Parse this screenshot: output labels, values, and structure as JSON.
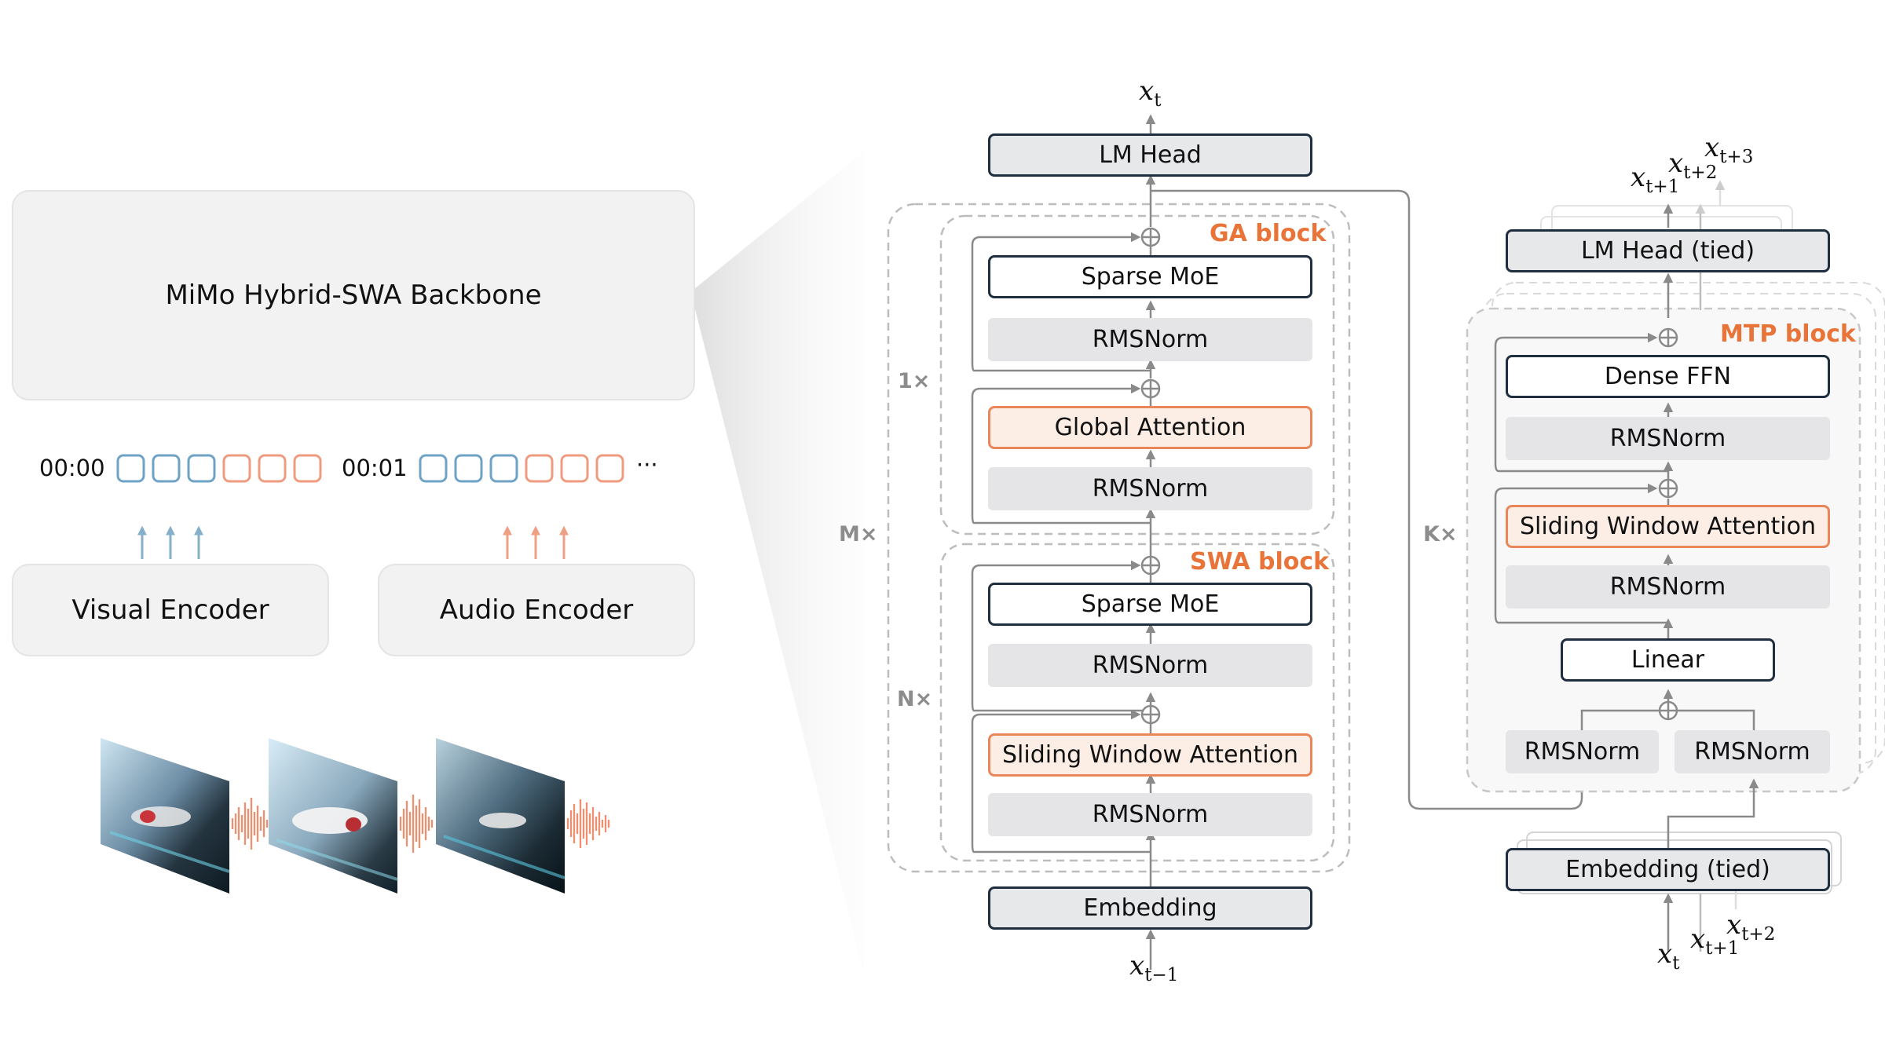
{
  "left": {
    "backbone_label": "MiMo Hybrid-SWA Backbone",
    "visual_encoder_label": "Visual Encoder",
    "audio_encoder_label": "Audio Encoder",
    "timestamps": [
      "00:00",
      "00:01"
    ],
    "ellipsis": "···",
    "token_colors": {
      "visual": "#6fa3c6",
      "audio": "#ef9b7f"
    }
  },
  "main": {
    "output_var": "x",
    "output_sub": "t",
    "input_var": "x",
    "input_sub": "t−1",
    "lm_head_label": "LM Head",
    "embedding_label": "Embedding",
    "outer_multiplier": "M×",
    "ga_block": {
      "title": "GA block",
      "multiplier": "1×",
      "sparse_moe": "Sparse MoE",
      "norm_top": "RMSNorm",
      "attention": "Global Attention",
      "norm_bottom": "RMSNorm"
    },
    "swa_block": {
      "title": "SWA block",
      "multiplier": "N×",
      "sparse_moe": "Sparse MoE",
      "norm_top": "RMSNorm",
      "attention": "Sliding Window Attention",
      "norm_bottom": "RMSNorm"
    }
  },
  "mtp": {
    "title": "MTP block",
    "multiplier": "K×",
    "lm_head_label": "LM Head (tied)",
    "dense_ffn": "Dense FFN",
    "norm_top": "RMSNorm",
    "attention": "Sliding Window Attention",
    "norm_bottom": "RMSNorm",
    "linear": "Linear",
    "norm_left": "RMSNorm",
    "norm_right": "RMSNorm",
    "embedding_label": "Embedding (tied)",
    "outputs": [
      {
        "var": "x",
        "sub": "t+1"
      },
      {
        "var": "x",
        "sub": "t+2"
      },
      {
        "var": "x",
        "sub": "t+3"
      }
    ],
    "inputs": [
      {
        "var": "x",
        "sub": "t"
      },
      {
        "var": "x",
        "sub": "t+1"
      },
      {
        "var": "x",
        "sub": "t+2"
      }
    ]
  },
  "colors": {
    "accent_orange": "#e8743a",
    "attention_fill": "#fdeee5",
    "norm_fill": "#e5e5e7",
    "dark_border": "#1f2f3f"
  }
}
